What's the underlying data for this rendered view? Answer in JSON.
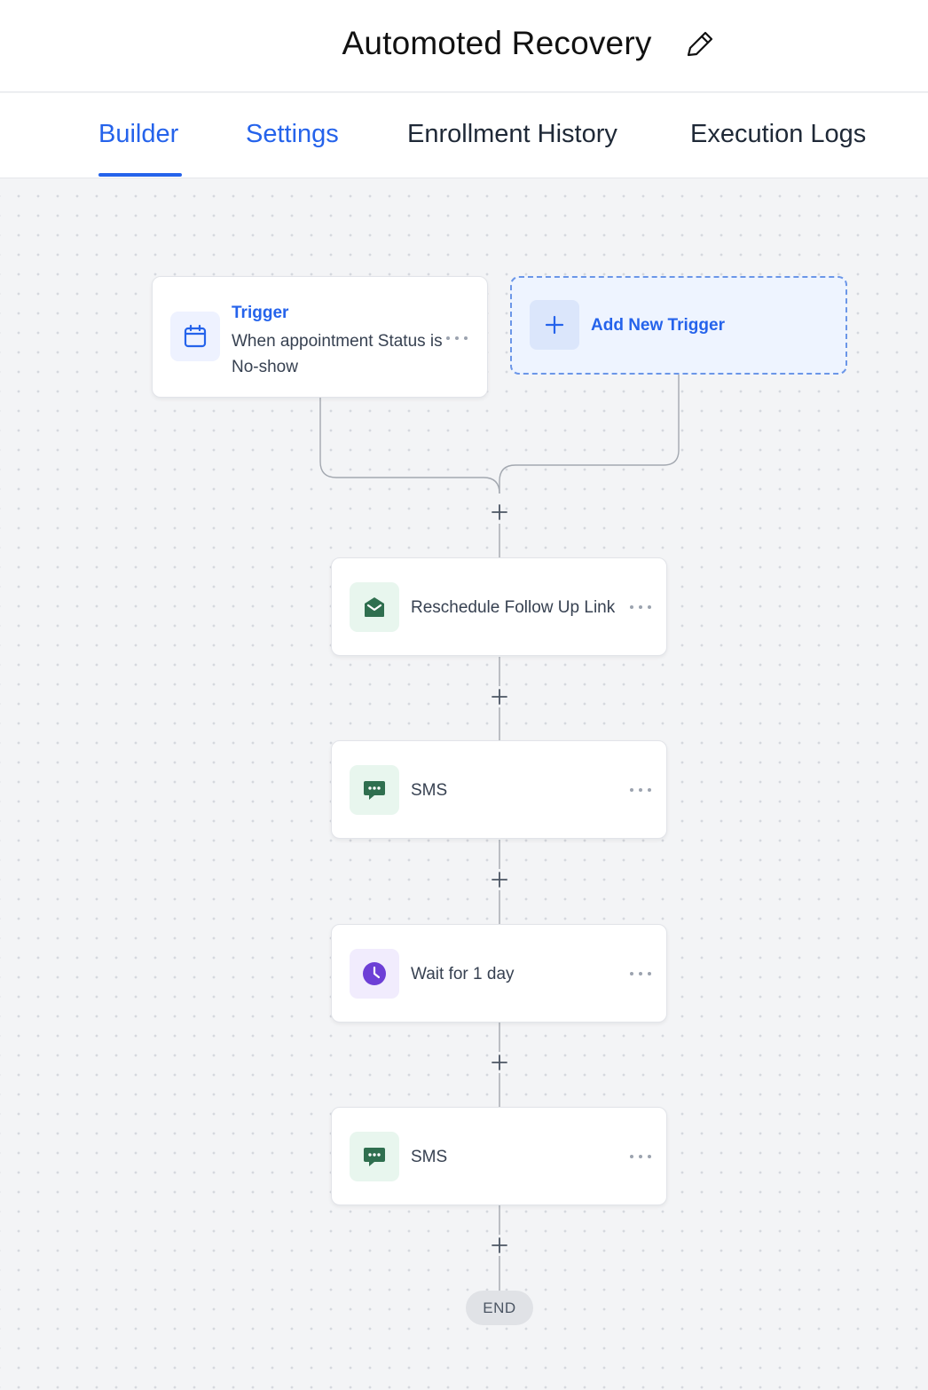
{
  "header": {
    "title": "Automoted Recovery"
  },
  "tabs": [
    {
      "label": "Builder",
      "active": true
    },
    {
      "label": "Settings"
    },
    {
      "label": "Enrollment History"
    },
    {
      "label": "Execution Logs"
    }
  ],
  "trigger": {
    "label": "Trigger",
    "description": "When appointment Status is No-show",
    "icon": "calendar-icon"
  },
  "add_trigger": {
    "label": "Add New Trigger"
  },
  "steps": [
    {
      "label": "Reschedule Follow Up Link",
      "icon": "email-icon"
    },
    {
      "label": "SMS",
      "icon": "chat-icon"
    },
    {
      "label": "Wait for 1 day",
      "icon": "clock-icon"
    },
    {
      "label": "SMS",
      "icon": "chat-icon"
    }
  ],
  "end": {
    "label": "END"
  },
  "colors": {
    "accent": "#2563eb",
    "action_green": "#2f6f4f",
    "wait_purple": "#6d3fd6",
    "canvas": "#f3f4f6"
  }
}
